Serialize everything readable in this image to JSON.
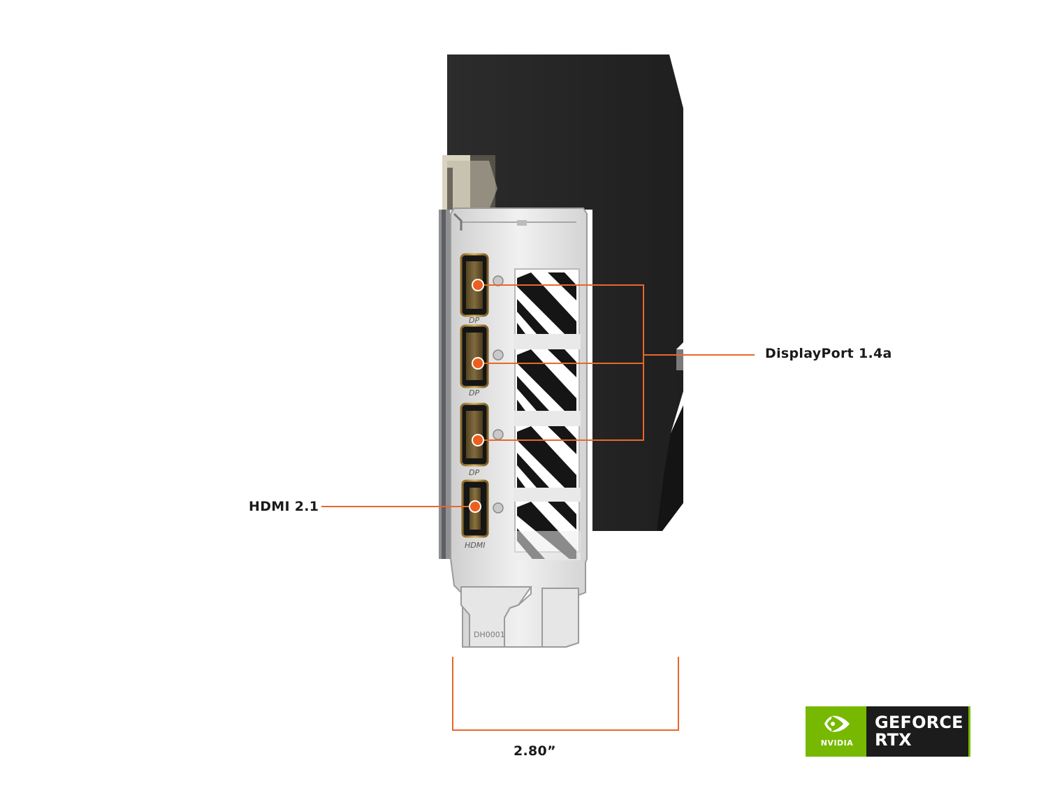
{
  "callouts": {
    "displayport": "DisplayPort 1.4a",
    "hdmi": "HDMI 2.1",
    "bracket_width": "2.80”"
  },
  "port_markings": {
    "dp": "DP",
    "hdmi": "HDMI",
    "bracket_code": "DH0001"
  },
  "badge": {
    "vendor": "NVIDIA",
    "line1": "GEFORCE",
    "line2": "RTX",
    "icon": "nvidia-eye-logo"
  },
  "colors": {
    "callout_line": "#e8672a",
    "port_dot": "#ec5f1e",
    "nvidia_green": "#76b900",
    "card_shroud": "#262626",
    "bracket_silver": "#e4e4e4"
  }
}
